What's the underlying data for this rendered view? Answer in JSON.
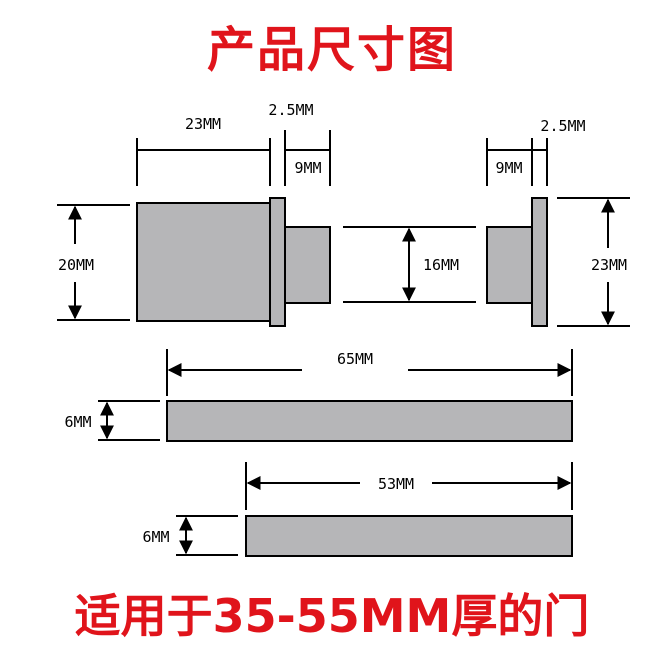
{
  "title": "产品尺寸图",
  "caption": "适用于35-55MM厚的门",
  "colors": {
    "title": "#e0141b",
    "part_fill": "#b6b6b8",
    "line": "#000000"
  },
  "dimensions": {
    "male_body_length": "23MM",
    "male_flange": "2.5MM",
    "male_tip": "9MM",
    "male_height": "20MM",
    "inner_height": "16MM",
    "female_tip": "9MM",
    "female_flange": "2.5MM",
    "female_height": "23MM",
    "screw_long_length": "65MM",
    "screw_long_height": "6MM",
    "screw_short_length": "53MM",
    "screw_short_height": "6MM"
  }
}
